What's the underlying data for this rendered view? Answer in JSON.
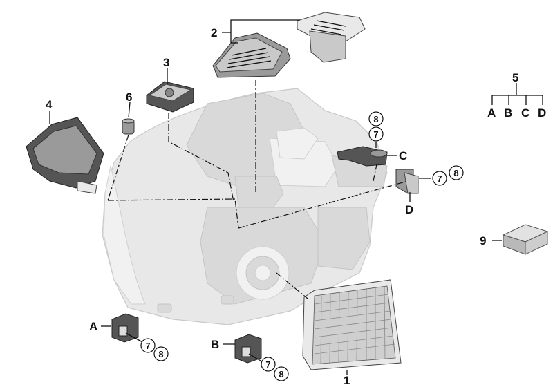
{
  "labels": {
    "part1": "1",
    "part2": "2",
    "part3": "3",
    "part4": "4",
    "part5": "5",
    "part6": "6",
    "part9": "9",
    "part5_sub": [
      "A",
      "B",
      "C",
      "D"
    ],
    "A": "A",
    "B": "B",
    "C": "C",
    "D": "D",
    "seven": "7",
    "eight": "8"
  }
}
